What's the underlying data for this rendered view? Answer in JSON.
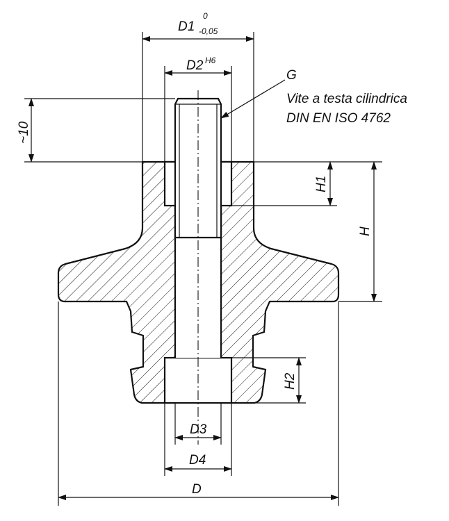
{
  "dimensions": {
    "d1": {
      "label": "D1",
      "tol_upper": "0",
      "tol_lower": "-0,05"
    },
    "d2": {
      "label": "D2",
      "fit": "H6"
    },
    "approx10": "~10",
    "h1": "H1",
    "h": "H",
    "h2": "H2",
    "d3": "D3",
    "d4": "D4",
    "d": "D"
  },
  "callout": {
    "thread": "G",
    "line1": "Vite a testa cilindrica",
    "line2": "DIN EN ISO 4762"
  },
  "colors": {
    "ink": "#111111",
    "paper": "#ffffff"
  }
}
